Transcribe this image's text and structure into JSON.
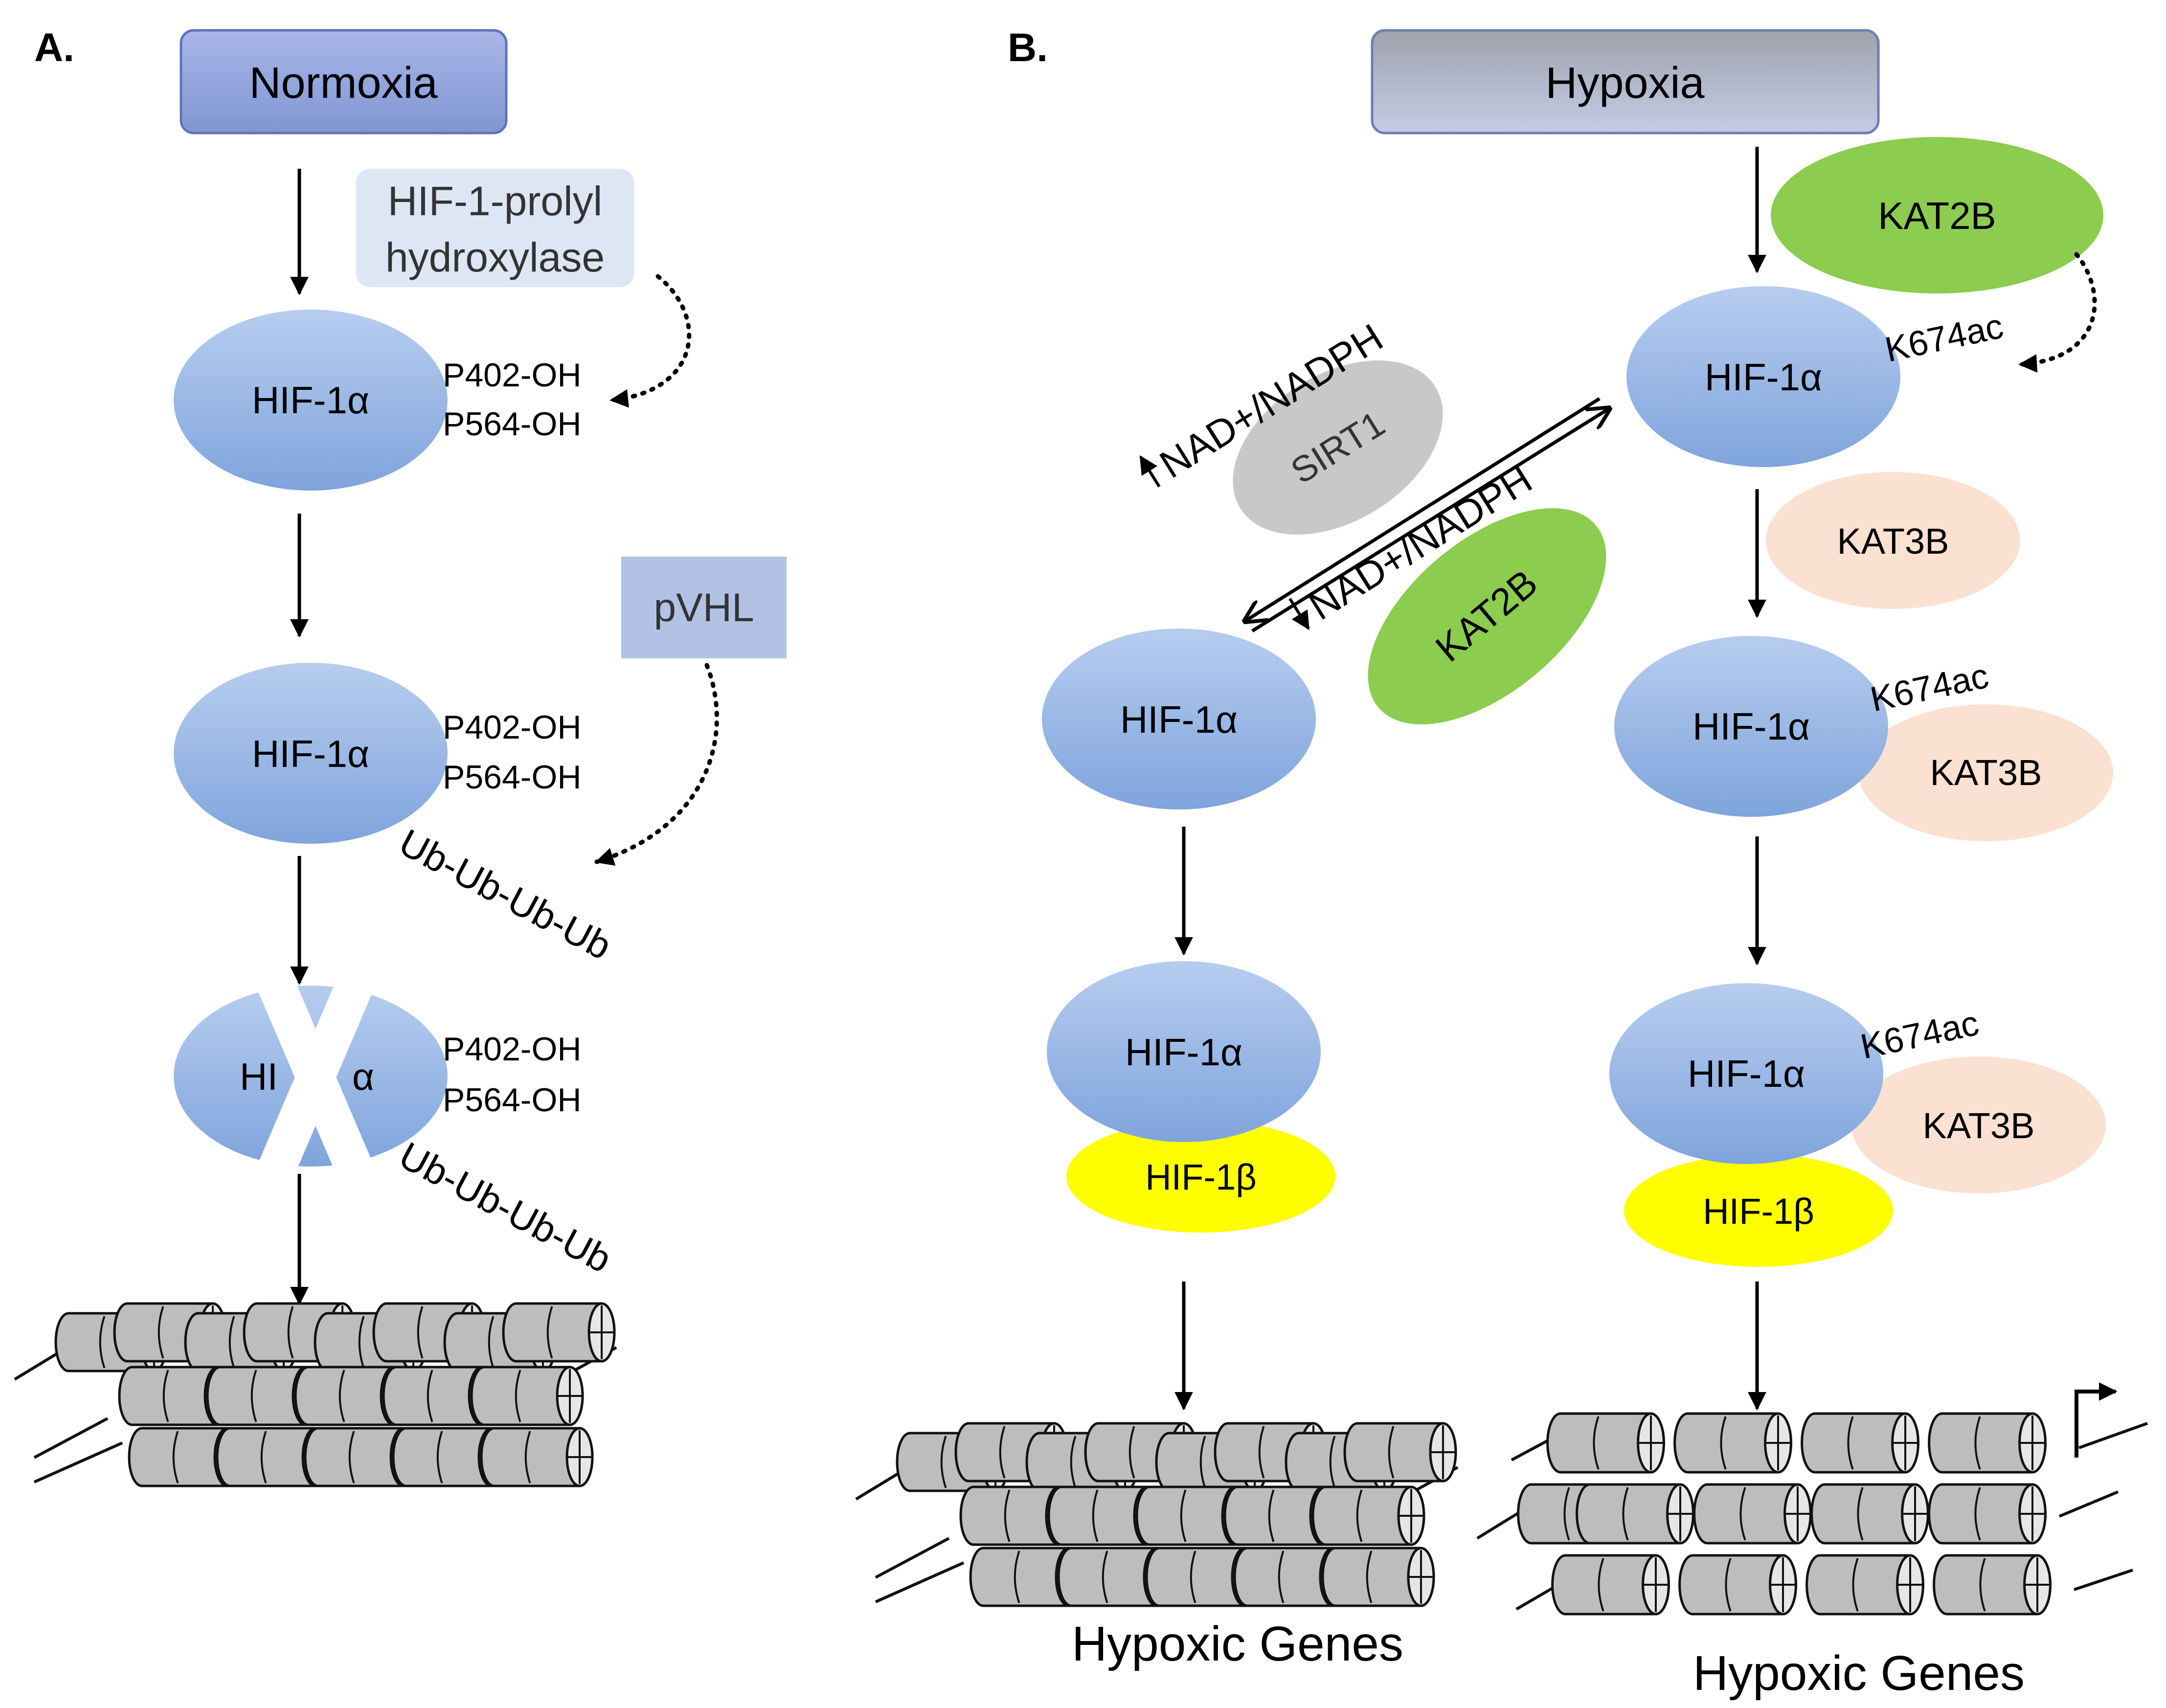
{
  "panel_a": {
    "letter": "A.",
    "condition": "Normoxia",
    "phd": {
      "line1": "HIF-1-prolyl",
      "line2": "hydroxylase"
    },
    "pvhl": "pVHL",
    "hif1a": "HIF-1α",
    "hif1a_left": "HI",
    "hif1a_right": "α",
    "p402": "P402-OH",
    "p564": "P564-OH",
    "ubiquitin": "Ub-Ub-Ub-Ub"
  },
  "panel_b": {
    "letter": "B.",
    "condition": "Hypoxia",
    "kat2b": "KAT2B",
    "kat3b": "KAT3B",
    "sirt1": "SIRT1",
    "hif1a": "HIF-1α",
    "hif1b": "HIF-1β",
    "k674ac": "K674ac",
    "nad_up": "NAD+/NADPH",
    "nad_down": "NAD+/NADPH",
    "genes_left": "Hypoxic Genes",
    "genes_right": "Hypoxic Genes"
  },
  "colors": {
    "hif1a": "#8fb0e0",
    "hif1b": "#ffff00",
    "kat2b": "#8ccc4e",
    "kat3b": "#fbe1d1",
    "sirt1": "#c8c8c8",
    "pvhl": "#b1c2e4",
    "phd": "#dde6f4",
    "normoxia_box": "#8fa3db",
    "hypoxia_box": "#aeb8cf",
    "nucleosome": "#bdbdbd"
  }
}
